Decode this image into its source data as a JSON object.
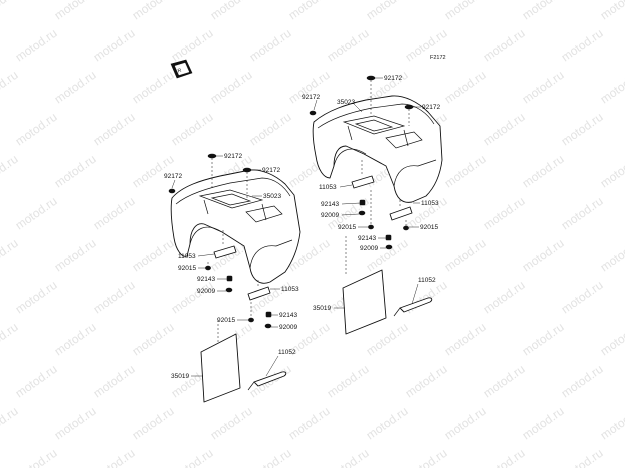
{
  "diagram": {
    "code": "F2172",
    "watermark": "motod.ru",
    "callouts": {
      "left": {
        "c92172_top1": "92172",
        "c92172_top2": "92172",
        "c92172_side": "92172",
        "c35023": "35023",
        "c11053_a": "11053",
        "c92015_a": "92015",
        "c92143_a": "92143",
        "c92009_a": "92009",
        "c11053_b": "11053",
        "c92015_b": "92015",
        "c92143_b": "92143",
        "c92009_b": "92009",
        "c11052": "11052",
        "c35019": "35019"
      },
      "right": {
        "c92172_top": "92172",
        "c92172_side": "92172",
        "c35023": "35023",
        "c92172_right": "92172",
        "c11053_a": "11053",
        "c92143_a": "92143",
        "c92009_a": "92009",
        "c92015_a": "92015",
        "c11053_b": "11053",
        "c92143_b": "92143",
        "c92009_b": "92009",
        "c92015_b": "92015",
        "c11052": "11052",
        "c35019": "35019"
      }
    }
  }
}
